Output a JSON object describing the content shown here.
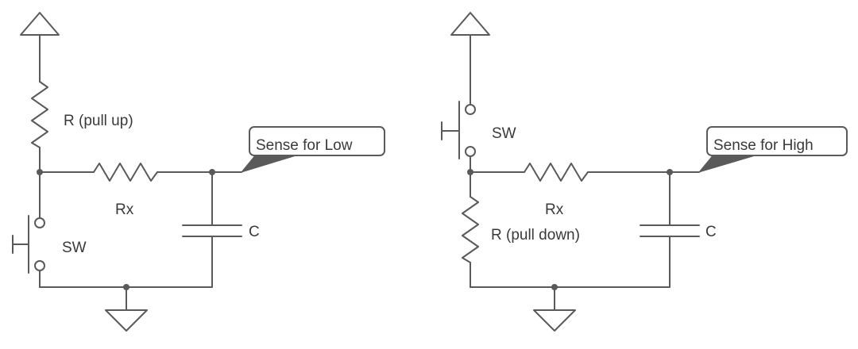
{
  "left_circuit": {
    "pullup_label": "R (pull up)",
    "rx_label": "Rx",
    "sw_label": "SW",
    "c_label": "C",
    "flag_label": "Sense for Low"
  },
  "right_circuit": {
    "sw_label": "SW",
    "pulldown_label": "R (pull down)",
    "rx_label": "Rx",
    "c_label": "C",
    "flag_label": "Sense for High"
  }
}
